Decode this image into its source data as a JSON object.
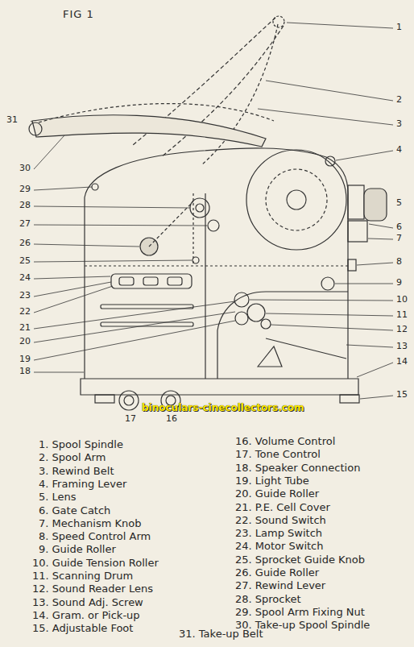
{
  "diagram": {
    "title": "FIG 1",
    "labels": [
      "1",
      "2",
      "3",
      "4",
      "5",
      "6",
      "7",
      "8",
      "9",
      "10",
      "11",
      "12",
      "13",
      "14",
      "15",
      "16",
      "17",
      "18",
      "19",
      "20",
      "21",
      "22",
      "23",
      "24",
      "25",
      "26",
      "27",
      "28",
      "29",
      "30",
      "31",
      "binoculars-cinecollectors.com",
      "1. Spool Spindle",
      "2. Spool Arm",
      "3. Rewind Belt",
      "4. Framing Lever",
      "5. Lens",
      "6. Gate Catch",
      "7. Mechanism Knob",
      "8. Speed Control Arm",
      "9. Guide Roller",
      "10. Guide Tension Roller",
      "11. Scanning Drum",
      "12. Sound Reader Lens",
      "13. Sound Adj. Screw",
      "14. Gram. or Pick-up",
      "15. Adjustable Foot",
      "16. Volume Control",
      "17. Tone Control",
      "18. Speaker Connection",
      "19. Light Tube",
      "20. Guide Roller",
      "21. P.E. Cell Cover",
      "22. Sound Switch",
      "23. Lamp Switch",
      "24. Motor Switch",
      "25. Sprocket Guide Knob",
      "26. Guide Roller",
      "27. Rewind Lever",
      "28. Sprocket",
      "29. Spool Arm Fixing Nut",
      "30. Take-up Spool Spindle",
      "31. Take-up Belt"
    ]
  }
}
